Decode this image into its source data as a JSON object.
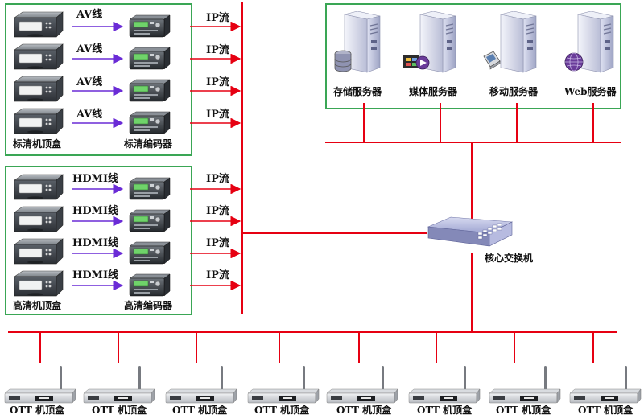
{
  "sd_group": {
    "rows": [
      {
        "cable": "AV线",
        "stream": "IP流"
      },
      {
        "cable": "AV线",
        "stream": "IP流"
      },
      {
        "cable": "AV线",
        "stream": "IP流"
      },
      {
        "cable": "AV线",
        "stream": "IP流"
      }
    ],
    "stb_label": "标清机顶盒",
    "encoder_label": "标清编码器"
  },
  "hd_group": {
    "rows": [
      {
        "cable": "HDMI线",
        "stream": "IP流"
      },
      {
        "cable": "HDMI线",
        "stream": "IP流"
      },
      {
        "cable": "HDMI线",
        "stream": "IP流"
      },
      {
        "cable": "HDMI线",
        "stream": "IP流"
      }
    ],
    "stb_label": "高清机顶盒",
    "encoder_label": "高清编码器"
  },
  "servers": [
    {
      "label": "存储服务器",
      "badge": "database-icon"
    },
    {
      "label": "媒体服务器",
      "badge": "film-icon"
    },
    {
      "label": "移动服务器",
      "badge": "phone-icon"
    },
    {
      "label": "Web服务器",
      "badge": "globe-icon"
    }
  ],
  "switch": {
    "label": "核心交换机"
  },
  "ott_boxes": [
    {
      "label": "OTT 机顶盒"
    },
    {
      "label": "OTT 机顶盒"
    },
    {
      "label": "OTT 机顶盒"
    },
    {
      "label": "OTT 机顶盒"
    },
    {
      "label": "OTT 机顶盒"
    },
    {
      "label": "OTT 机顶盒"
    },
    {
      "label": "OTT 机顶盒"
    },
    {
      "label": "OTT 机顶盒"
    }
  ],
  "colors": {
    "link": "#e60012",
    "cable": "#6a2bd6",
    "border": "#3aa655"
  }
}
